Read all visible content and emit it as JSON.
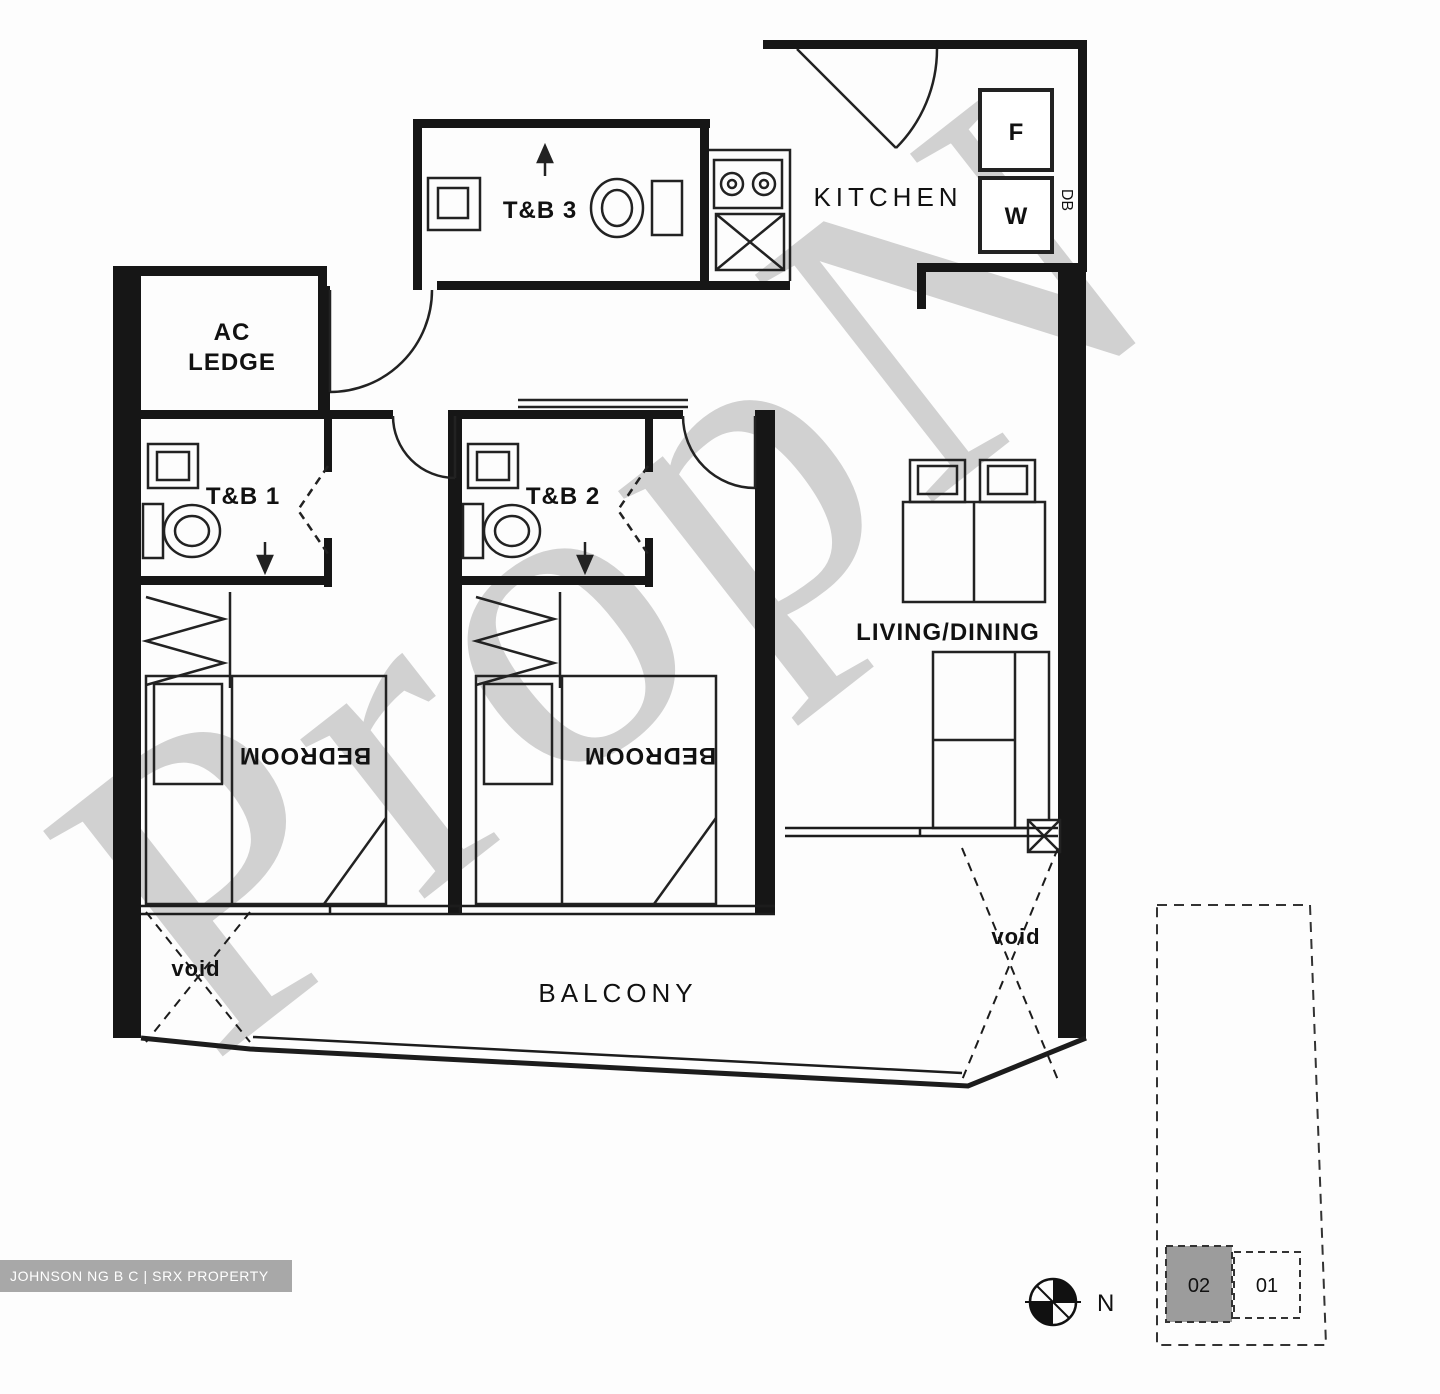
{
  "plan": {
    "tb3_label": "T&B 3",
    "kitchen_label": "KITCHEN",
    "fridge_label": "F",
    "washer_label": "W",
    "db_label": "DB",
    "ac_ledge_line1": "AC",
    "ac_ledge_line2": "LEDGE",
    "tb1_label": "T&B 1",
    "tb2_label": "T&B 2",
    "bedroom1_label": "BEDROOM",
    "bedroom2_label": "BEDROOM",
    "living_dining_label": "LIVING/DINING",
    "balcony_label": "BALCONY",
    "void_left_label": "void",
    "void_right_label": "void"
  },
  "keyplan": {
    "unit_highlighted": "02",
    "unit_adjacent": "01"
  },
  "compass": {
    "north_label": "N"
  },
  "watermark": {
    "text": "PropN"
  },
  "footer": {
    "credit": "JOHNSON NG B C | SRX PROPERTY"
  }
}
